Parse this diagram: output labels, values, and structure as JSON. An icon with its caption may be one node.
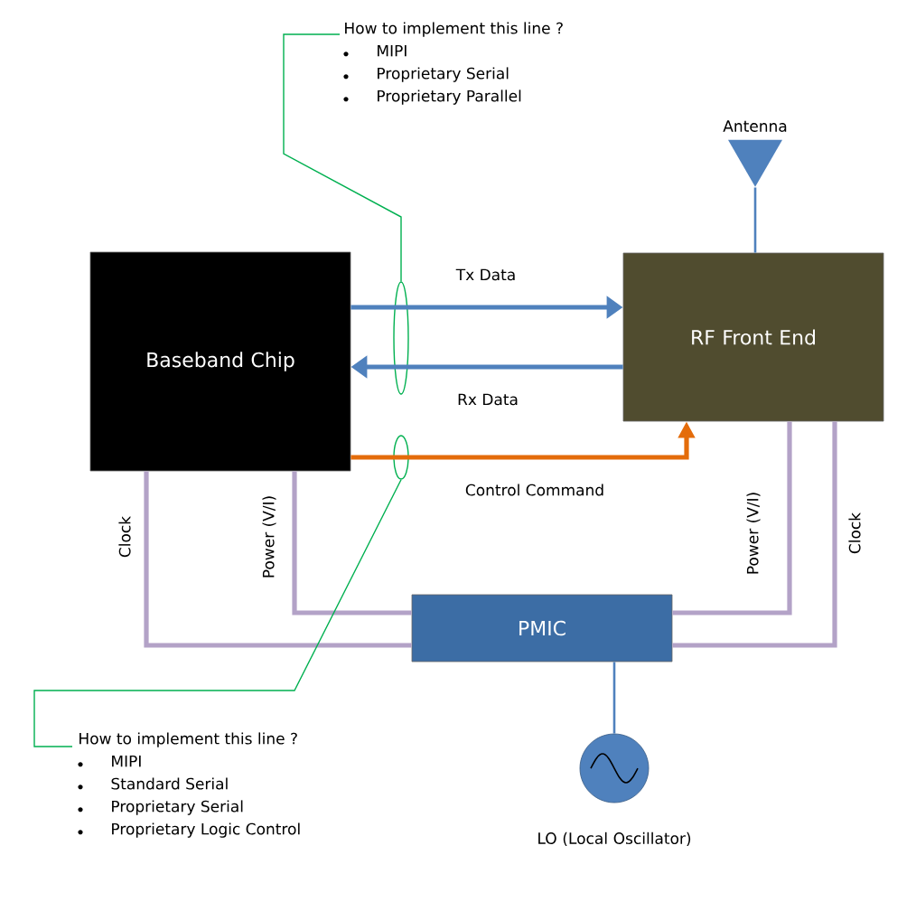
{
  "diagram": {
    "nodes": [
      {
        "text": [
          "Baseband Chip"
        ]
      },
      {
        "text": [
          "RF Front End"
        ]
      },
      {
        "text": [
          "PMIC"
        ]
      },
      {
        "text": [],
        "shape": "triangle",
        "beside": [
          "Antenna"
        ]
      },
      {
        "text": [],
        "shape": "circle",
        "beside": [
          "LO (Local Oscillator)"
        ]
      },
      {
        "text": [
          "How to implement this line ?",
          "MIPI",
          "Proprietary Serial",
          "Proprietary Parallel"
        ]
      },
      {
        "text": [],
        "shape": "ellipse"
      },
      {
        "text": [
          "How to implement this line ?",
          "MIPI",
          "Standard Serial",
          "Proprietary Serial",
          "Proprietary Logic Control"
        ]
      },
      {
        "text": [],
        "shape": "ellipse"
      }
    ],
    "edges": [
      {
        "from": 0,
        "to": 1,
        "arrow": "to",
        "label": "Tx Data",
        "color": "#4f81bd"
      },
      {
        "from": 1,
        "to": 0,
        "arrow": "to",
        "label": "Rx Data",
        "color": "#4f81bd"
      },
      {
        "from": 0,
        "to": 1,
        "arrow": "to",
        "label": "Control Command",
        "color": "#e46c0a"
      },
      {
        "from": 0,
        "to": 2,
        "arrow": "none",
        "label": "Clock",
        "color": "#b3a2c7"
      },
      {
        "from": 0,
        "to": 2,
        "arrow": "none",
        "label": "Power (V/I)",
        "color": "#b3a2c7"
      },
      {
        "from": 1,
        "to": 2,
        "arrow": "none",
        "label": "Power (V/I)",
        "color": "#b3a2c7"
      },
      {
        "from": 1,
        "to": 2,
        "arrow": "none",
        "label": "Clock",
        "color": "#b3a2c7"
      },
      {
        "from": 3,
        "to": 1,
        "arrow": "none",
        "color": "#4f81bd"
      },
      {
        "from": 2,
        "to": 4,
        "arrow": "none",
        "color": "#4f81bd"
      },
      {
        "from": 5,
        "to": 6,
        "arrow": "none",
        "color": "#00b050"
      },
      {
        "from": 7,
        "to": 8,
        "arrow": "none",
        "color": "#00b050"
      }
    ]
  }
}
